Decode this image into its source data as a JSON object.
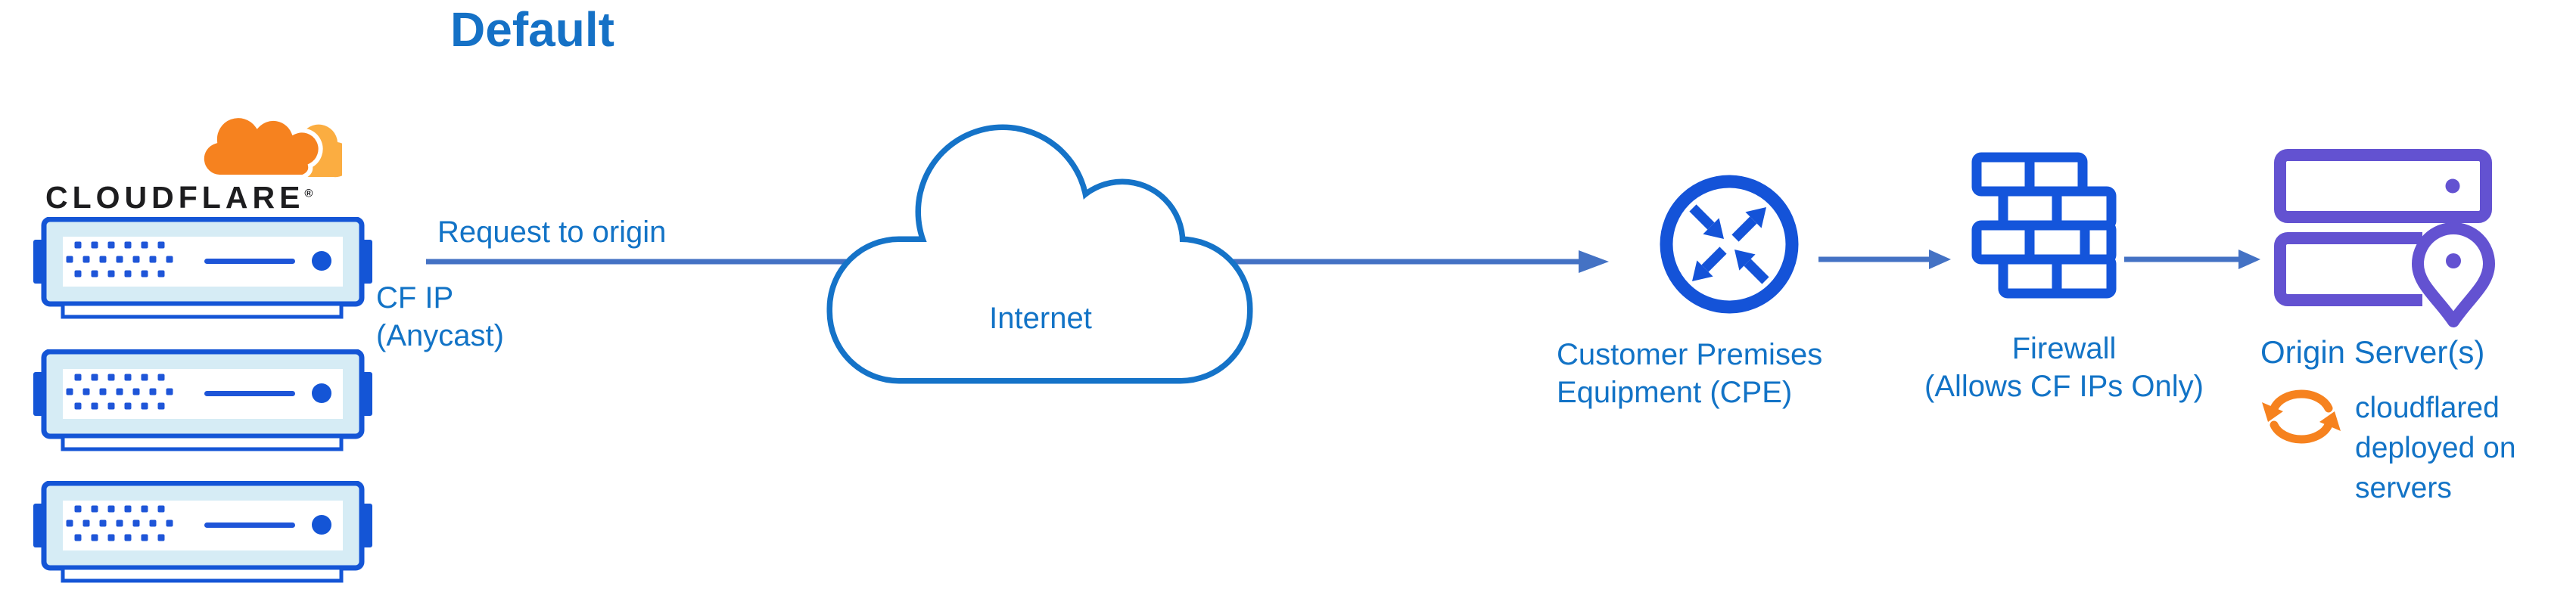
{
  "title": "Default",
  "logo": {
    "wordmark": "CLOUDFLARE",
    "registered": "®"
  },
  "flow": {
    "request_label": "Request to origin",
    "cf_ip_line1": "CF IP",
    "cf_ip_line2": "(Anycast)",
    "internet_label": "Internet",
    "cpe_label_line1": "Customer Premises",
    "cpe_label_line2": "Equipment (CPE)",
    "firewall_label_line1": "Firewall",
    "firewall_label_line2": "(Allows CF IPs Only)",
    "origin_label": "Origin Server(s)",
    "cloudflared_line1": "cloudflared",
    "cloudflared_line2": "deployed on",
    "cloudflared_line3": "servers"
  },
  "icons": {
    "cloudflare_logo_cloud": "cloudflare-cloud-icon",
    "edge_servers": "server-rack-icon",
    "internet": "cloud-outline-icon",
    "cpe": "router-circle-arrows-icon",
    "firewall": "brick-wall-icon",
    "origin": "servers-location-pin-icon",
    "cloudflared": "sync-arrows-icon",
    "flow_arrows": "right-arrow"
  },
  "colors": {
    "title_blue": "#1571c6",
    "label_blue": "#1273c6",
    "icon_blue": "#1455d6",
    "arrow_blue": "#4472c4",
    "cloud_stroke_blue": "#1573c8",
    "server_fill_light": "#d6ecf5",
    "origin_purple": "#6352d1",
    "brand_orange": "#f6821f",
    "brand_orange_light": "#fbad41",
    "wordmark_black": "#1d1d1f"
  }
}
